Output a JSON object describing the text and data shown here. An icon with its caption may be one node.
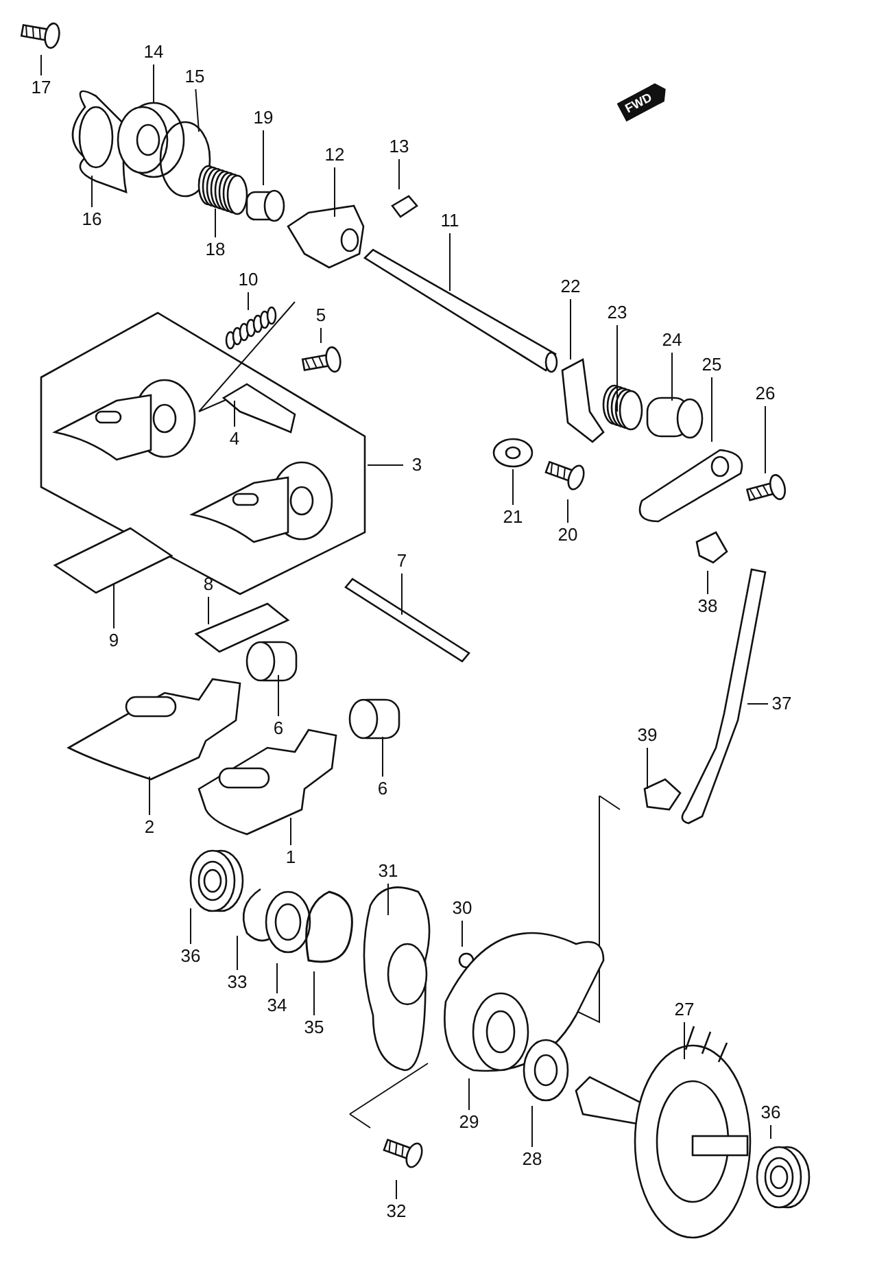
{
  "diagram": {
    "nodes": [
      {
        "text": [
          "17"
        ]
      },
      {
        "text": [
          "14"
        ]
      },
      {
        "text": [
          "15"
        ]
      },
      {
        "text": [
          "19"
        ]
      },
      {
        "text": [
          "12"
        ]
      },
      {
        "text": [
          "13"
        ]
      },
      {
        "text": [
          "16"
        ]
      },
      {
        "text": [
          "18"
        ]
      },
      {
        "text": [
          "11"
        ]
      },
      {
        "text": [
          "10"
        ]
      },
      {
        "text": [
          "5"
        ]
      },
      {
        "text": [
          "22"
        ]
      },
      {
        "text": [
          "23"
        ]
      },
      {
        "text": [
          "24"
        ]
      },
      {
        "text": [
          "25"
        ]
      },
      {
        "text": [
          "26"
        ]
      },
      {
        "text": [
          "4"
        ]
      },
      {
        "text": [
          "3"
        ]
      },
      {
        "text": [
          "21"
        ]
      },
      {
        "text": [
          "20"
        ]
      },
      {
        "text": [
          "7"
        ]
      },
      {
        "text": [
          "38"
        ]
      },
      {
        "text": [
          "8"
        ]
      },
      {
        "text": [
          "9"
        ]
      },
      {
        "text": [
          "6"
        ]
      },
      {
        "text": [
          "37"
        ]
      },
      {
        "text": [
          "39"
        ]
      },
      {
        "text": [
          "6"
        ]
      },
      {
        "text": [
          "2"
        ]
      },
      {
        "text": [
          "1"
        ]
      },
      {
        "text": [
          "31"
        ]
      },
      {
        "text": [
          "30"
        ]
      },
      {
        "text": [
          "36"
        ]
      },
      {
        "text": [
          "33"
        ]
      },
      {
        "text": [
          "34"
        ]
      },
      {
        "text": [
          "35"
        ]
      },
      {
        "text": [
          "27"
        ]
      },
      {
        "text": [
          "29"
        ]
      },
      {
        "text": [
          "36"
        ]
      },
      {
        "text": [
          "28"
        ]
      },
      {
        "text": [
          "32"
        ]
      }
    ],
    "edges": [
      {
        "from": 0,
        "to": null,
        "arrow": "none"
      },
      {
        "from": 1,
        "to": null,
        "arrow": "none"
      },
      {
        "from": 2,
        "to": null,
        "arrow": "none"
      },
      {
        "from": 3,
        "to": null,
        "arrow": "none"
      },
      {
        "from": 4,
        "to": null,
        "arrow": "none"
      },
      {
        "from": 5,
        "to": null,
        "arrow": "none"
      },
      {
        "from": 6,
        "to": null,
        "arrow": "none"
      },
      {
        "from": 7,
        "to": null,
        "arrow": "none"
      },
      {
        "from": 8,
        "to": null,
        "arrow": "none"
      },
      {
        "from": 9,
        "to": null,
        "arrow": "none"
      },
      {
        "from": 10,
        "to": null,
        "arrow": "none"
      },
      {
        "from": 11,
        "to": null,
        "arrow": "none"
      },
      {
        "from": 12,
        "to": null,
        "arrow": "none"
      },
      {
        "from": 13,
        "to": null,
        "arrow": "none"
      },
      {
        "from": 14,
        "to": null,
        "arrow": "none"
      },
      {
        "from": 15,
        "to": null,
        "arrow": "none"
      },
      {
        "from": 16,
        "to": null,
        "arrow": "none"
      },
      {
        "from": 17,
        "to": null,
        "arrow": "none"
      },
      {
        "from": 18,
        "to": null,
        "arrow": "none"
      },
      {
        "from": 19,
        "to": null,
        "arrow": "none"
      },
      {
        "from": 20,
        "to": null,
        "arrow": "none"
      },
      {
        "from": 21,
        "to": null,
        "arrow": "none"
      },
      {
        "from": 22,
        "to": null,
        "arrow": "none"
      },
      {
        "from": 23,
        "to": null,
        "arrow": "none"
      },
      {
        "from": 24,
        "to": null,
        "arrow": "none"
      },
      {
        "from": 25,
        "to": null,
        "arrow": "none"
      },
      {
        "from": 26,
        "to": null,
        "arrow": "none"
      },
      {
        "from": 27,
        "to": null,
        "arrow": "none"
      },
      {
        "from": 28,
        "to": null,
        "arrow": "none"
      },
      {
        "from": 29,
        "to": null,
        "arrow": "none"
      },
      {
        "from": 30,
        "to": null,
        "arrow": "none"
      },
      {
        "from": 31,
        "to": null,
        "arrow": "none"
      },
      {
        "from": 32,
        "to": null,
        "arrow": "none"
      },
      {
        "from": 33,
        "to": null,
        "arrow": "none"
      },
      {
        "from": 34,
        "to": null,
        "arrow": "none"
      },
      {
        "from": 35,
        "to": null,
        "arrow": "none"
      },
      {
        "from": 36,
        "to": null,
        "arrow": "none"
      },
      {
        "from": 37,
        "to": null,
        "arrow": "none"
      },
      {
        "from": 38,
        "to": null,
        "arrow": "none"
      },
      {
        "from": 39,
        "to": null,
        "arrow": "none"
      },
      {
        "from": 40,
        "to": null,
        "arrow": "none"
      }
    ],
    "labels": [
      "FWD"
    ]
  }
}
